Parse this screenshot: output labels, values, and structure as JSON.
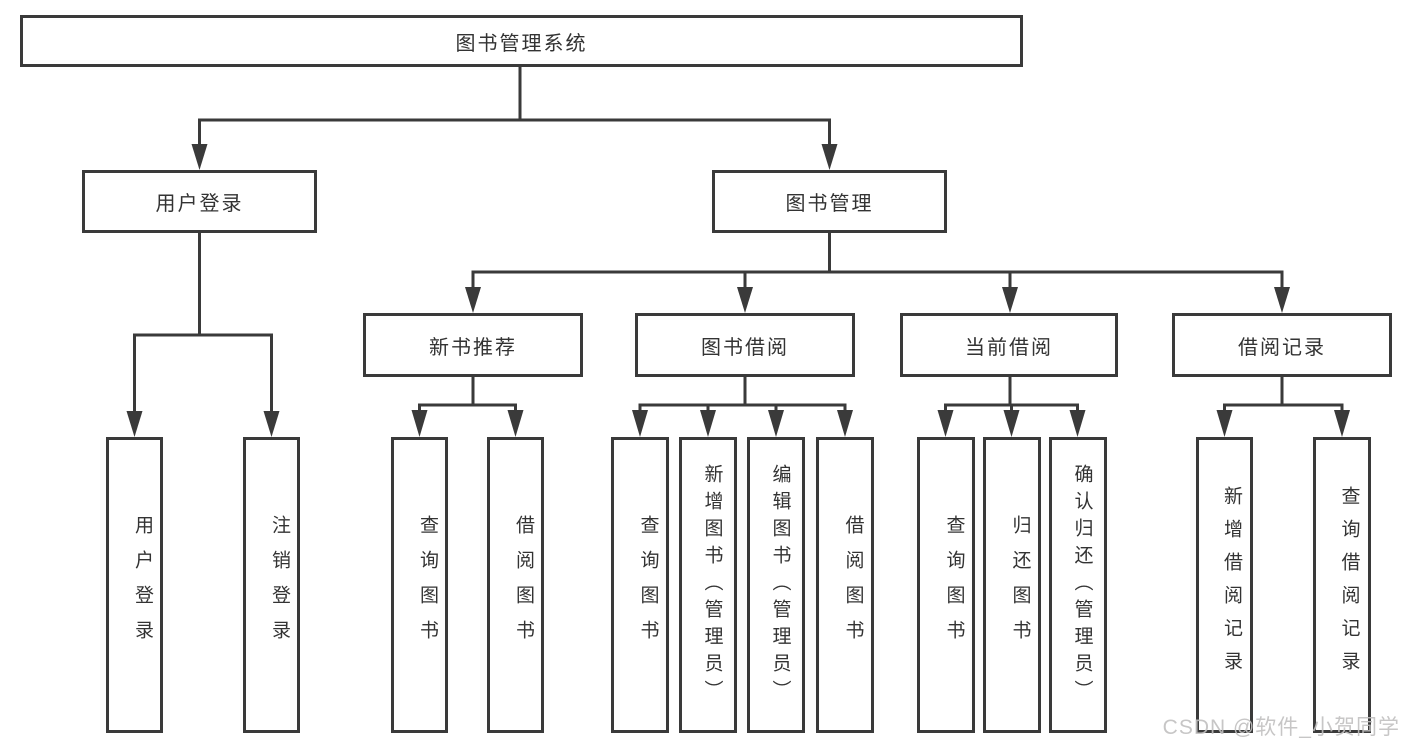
{
  "colors": {
    "line": "#3a3a3a",
    "text": "#333333",
    "background": "#ffffff",
    "watermark": "#c1c0c0"
  },
  "tree": {
    "root": "图书管理系统",
    "branches": [
      {
        "label": "用户登录",
        "children": [
          "用户登录",
          "注销登录"
        ]
      },
      {
        "label": "图书管理",
        "children": [
          {
            "label": "新书推荐",
            "children": [
              "查询图书",
              "借阅图书"
            ]
          },
          {
            "label": "图书借阅",
            "children": [
              "查询图书",
              "新增图书（管理员）",
              "编辑图书（管理员）",
              "借阅图书"
            ]
          },
          {
            "label": "当前借阅",
            "children": [
              "查询图书",
              "归还图书",
              "确认归还（管理员）"
            ]
          },
          {
            "label": "借阅记录",
            "children": [
              "新增借阅记录",
              "查询借阅记录"
            ]
          }
        ]
      }
    ]
  },
  "watermark": "CSDN @软件_小贺同学"
}
